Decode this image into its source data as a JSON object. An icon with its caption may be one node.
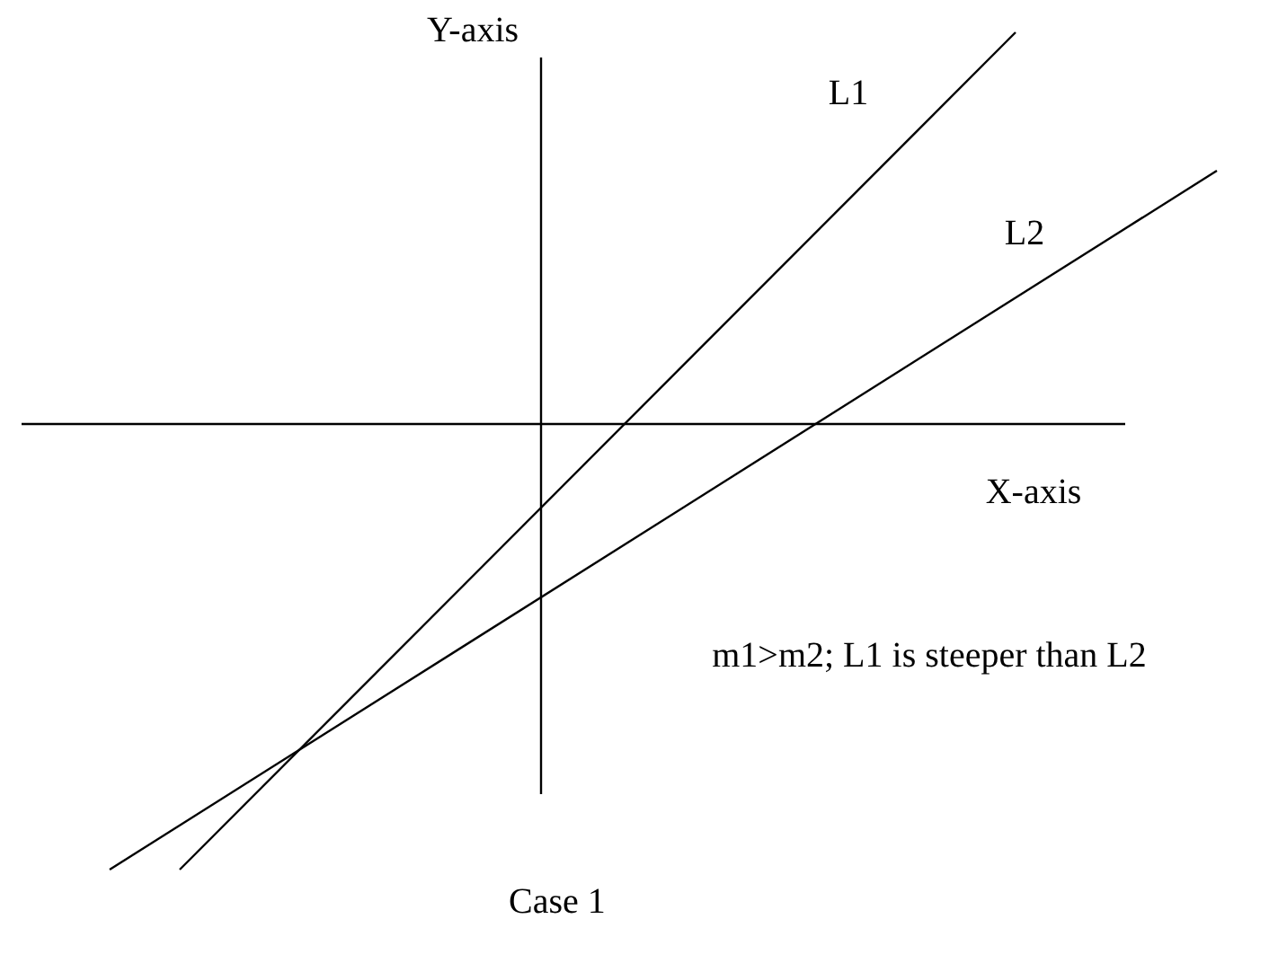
{
  "diagram": {
    "caption": "Case 1",
    "labels": [
      "Y-axis",
      "L1",
      "L2",
      "X-axis",
      "m1>m2; L1 is steeper than L2"
    ]
  }
}
